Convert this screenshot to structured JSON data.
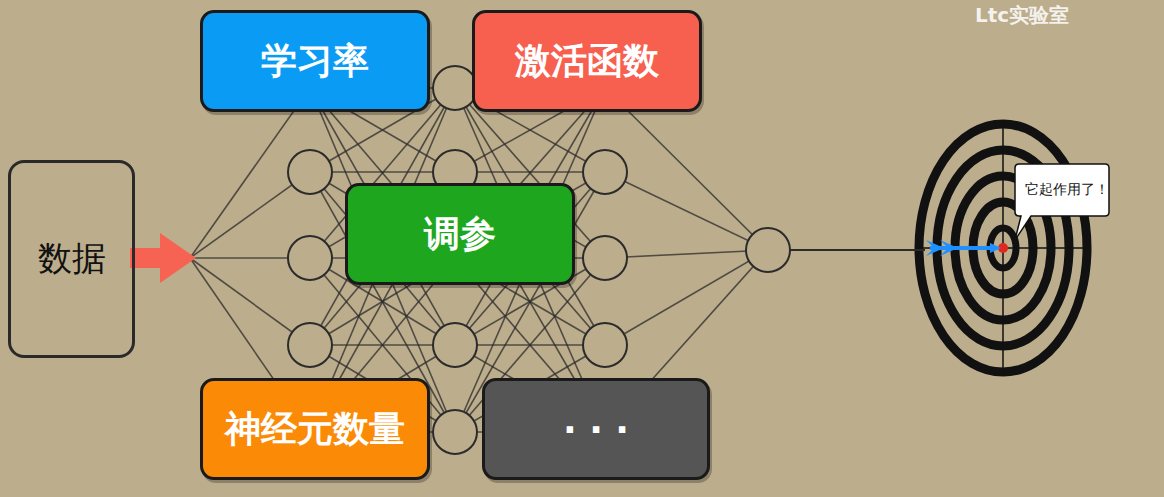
{
  "diagram": {
    "nodes": [
      {
        "text": [
          "数据"
        ]
      },
      {
        "text": [
          "学习率"
        ]
      },
      {
        "text": [
          "激活函数"
        ]
      },
      {
        "text": [
          "调参"
        ]
      },
      {
        "text": [
          "神经元数量"
        ]
      },
      {
        "text": [
          "· · ·"
        ]
      },
      {
        "text": [
          "它起作用了！"
        ]
      }
    ],
    "labels": [
      "Ltc实验室"
    ]
  }
}
